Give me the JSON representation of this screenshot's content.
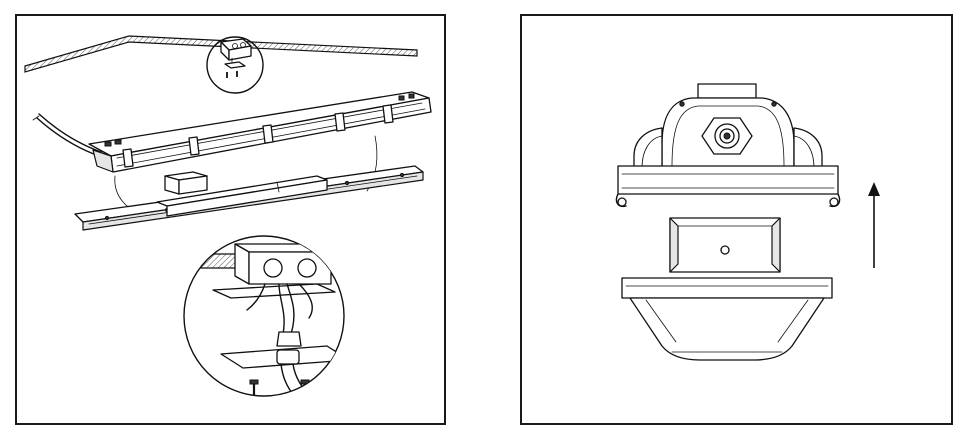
{
  "figure": {
    "left_panel": {
      "view": "exploded-mounting",
      "components": [
        "ceiling-hatched",
        "mounting-bracket",
        "fixture-housing",
        "lamp-plate",
        "driver-box",
        "power-cable",
        "junction-box-detail",
        "screws"
      ]
    },
    "right_panel": {
      "view": "end-section",
      "components": [
        "housing-cap",
        "cable-gland",
        "clip-hooks",
        "junction-box",
        "base-diffuser",
        "direction-arrow"
      ],
      "arrow_direction": "up"
    },
    "colors": {
      "line": "#111111",
      "background": "#ffffff",
      "hatch": "#555555",
      "fill_light": "#e6e6e6"
    }
  }
}
